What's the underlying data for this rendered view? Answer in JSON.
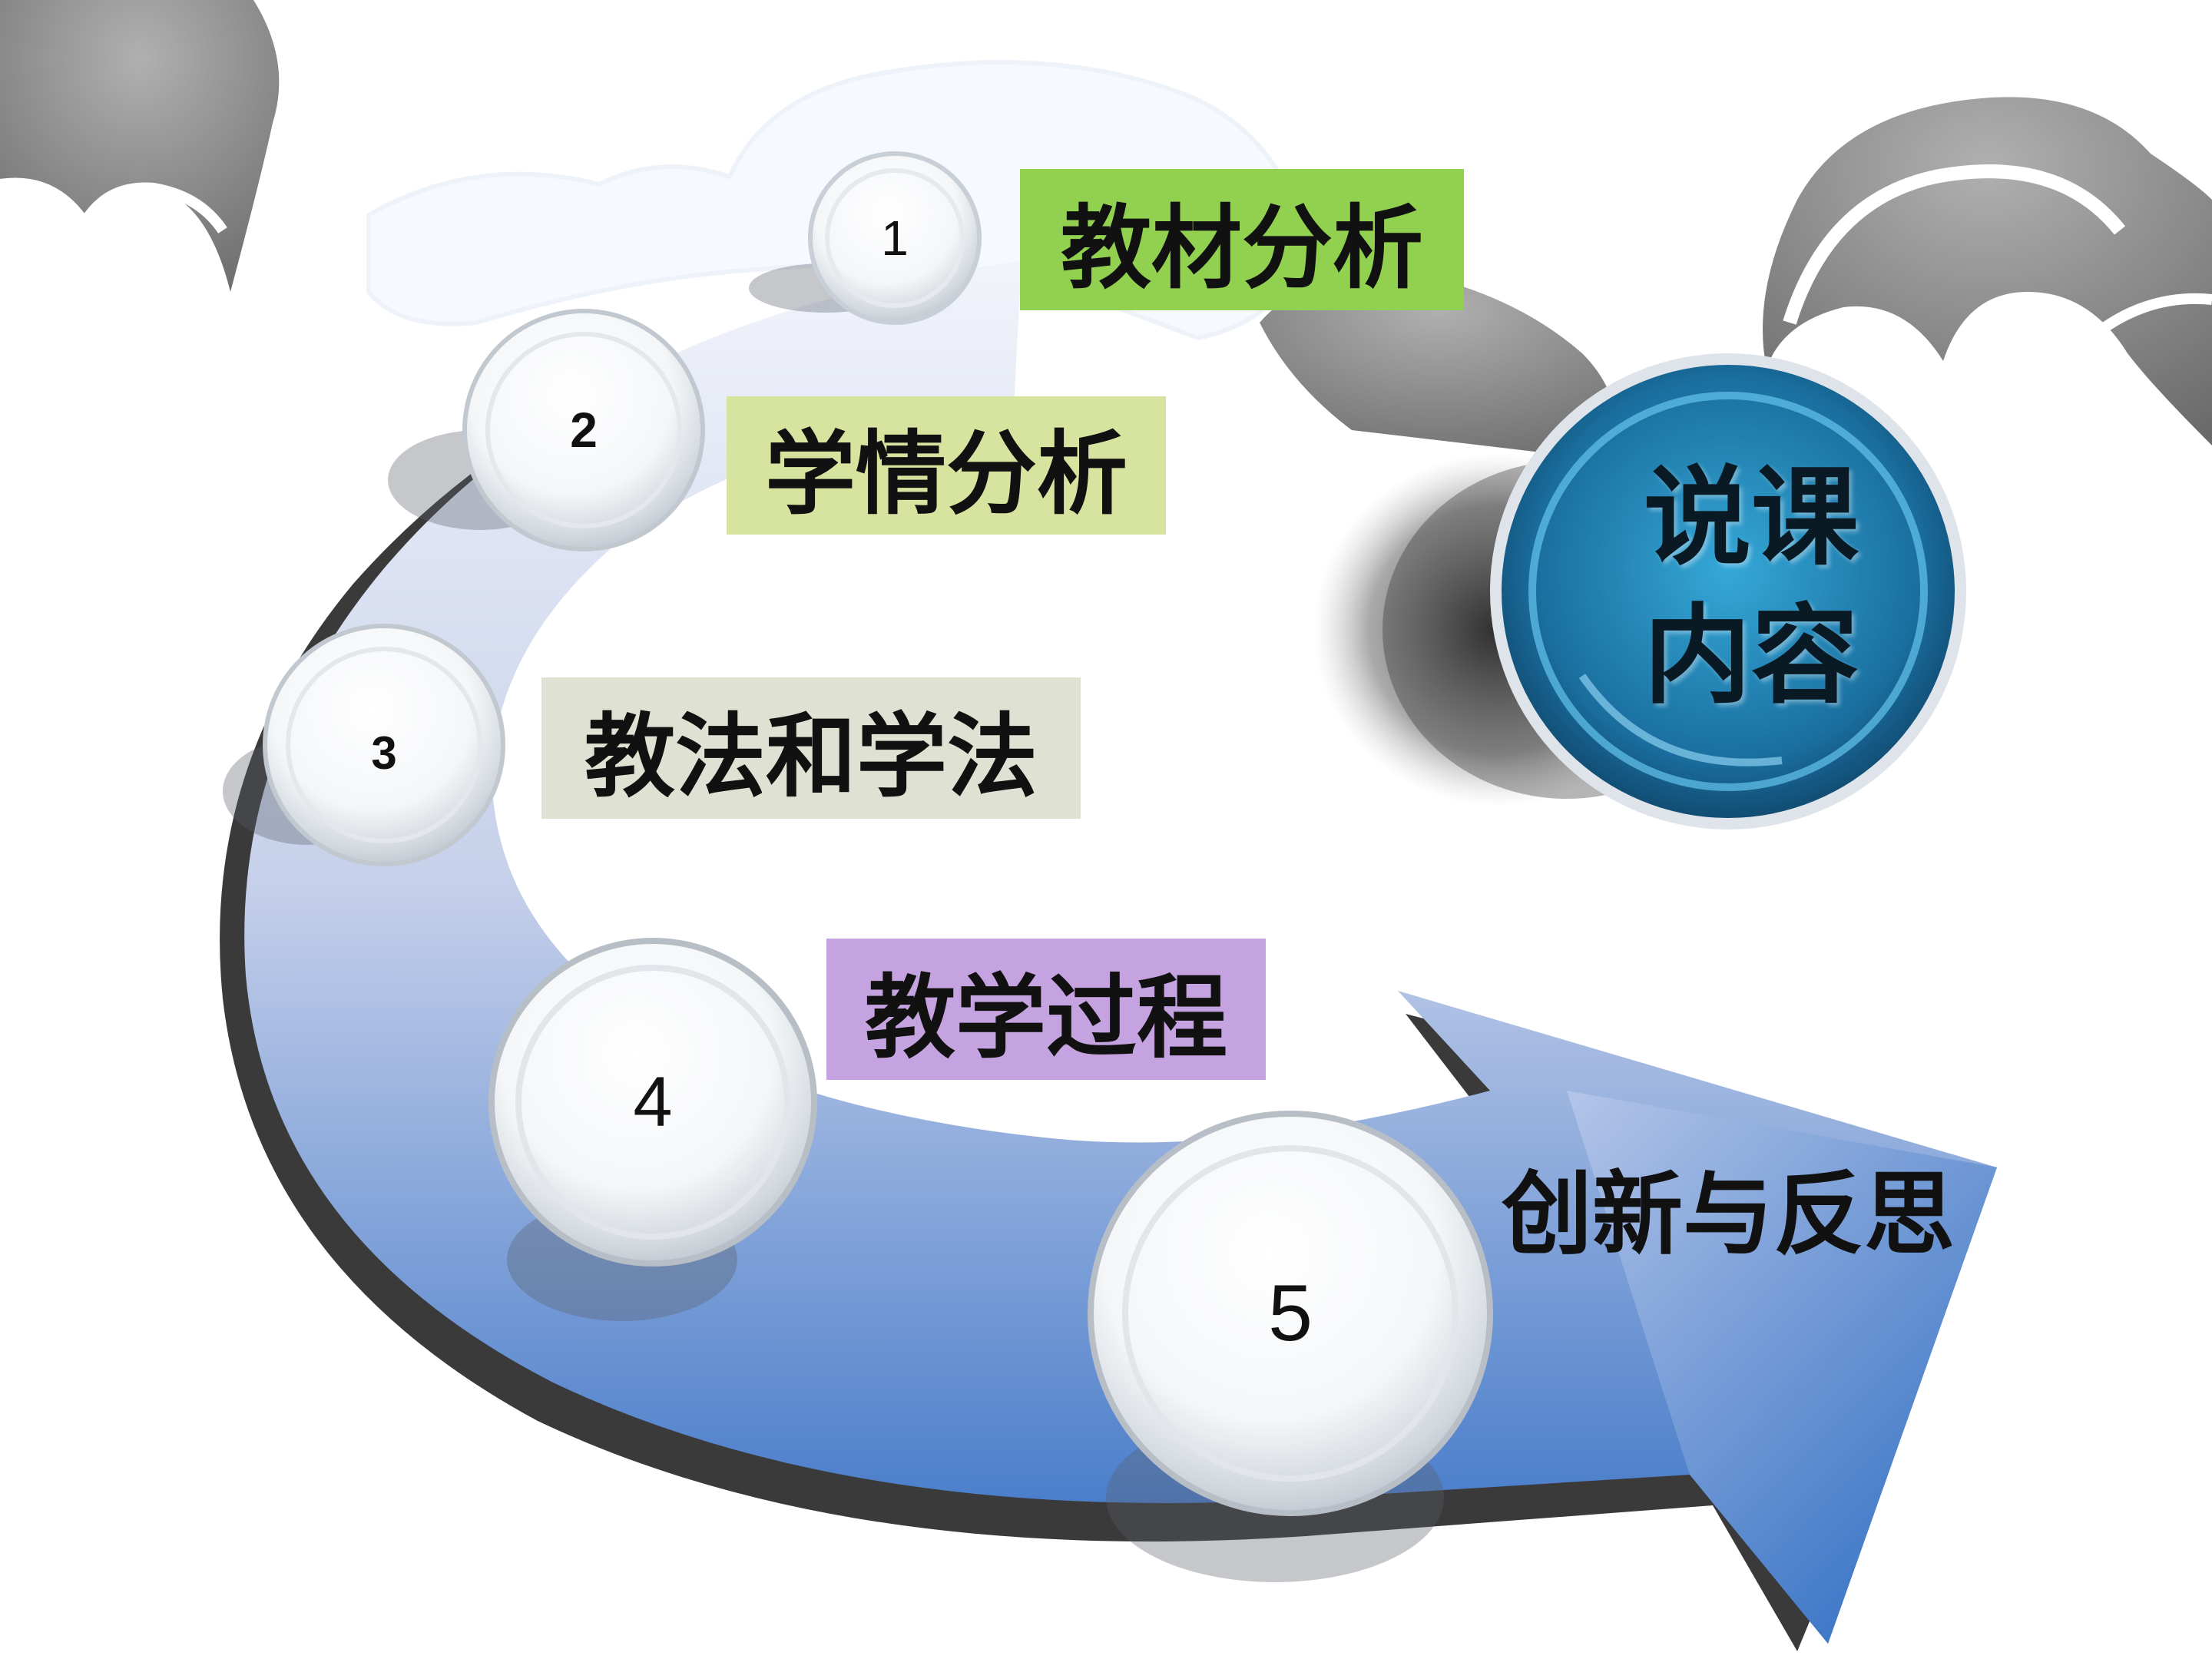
{
  "center": {
    "line1": "说课",
    "line2": "内容"
  },
  "steps": [
    {
      "number": "1",
      "label": "教材分析",
      "color": "#92d050"
    },
    {
      "number": "2",
      "label": "学情分析",
      "color": "#d7e4a0"
    },
    {
      "number": "3",
      "label": "教法和学法",
      "color": "#dfe1d2"
    },
    {
      "number": "4",
      "label": "教学过程",
      "color": "#c5a3e0"
    },
    {
      "number": "5",
      "label": "创新与反思",
      "color": ""
    }
  ],
  "colors": {
    "arrow_top": "#dde3f2",
    "arrow_bottom": "#2f6cc4",
    "arrow_shadow": "#3a3a3a",
    "cloud": "#8e8e8e",
    "center_circle": "#1c89b8"
  },
  "icons": [
    "cloud-icon",
    "curved-arrow-icon",
    "glass-circle-icon"
  ]
}
